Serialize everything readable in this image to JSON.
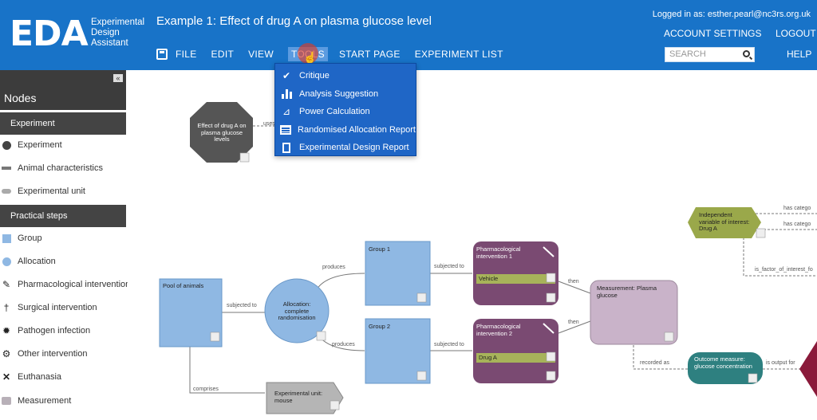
{
  "header": {
    "logo": "EDA",
    "logo_sub": [
      "Experimental",
      "Design",
      "Assistant"
    ],
    "title": "Example 1: Effect of drug A on plasma glucose level",
    "menu": [
      "FILE",
      "EDIT",
      "VIEW",
      "TOOLS",
      "START PAGE",
      "EXPERIMENT LIST"
    ],
    "logged_in": "Logged in as: esther.pearl@nc3rs.org.uk",
    "account_settings": "ACCOUNT SETTINGS",
    "logout": "LOGOUT",
    "search_placeholder": "SEARCH",
    "help": "HELP"
  },
  "tools_menu": [
    {
      "label": "Critique",
      "icon": "check-icon"
    },
    {
      "label": "Analysis Suggestion",
      "icon": "bar-chart-icon"
    },
    {
      "label": "Power Calculation",
      "icon": "power-calc-icon"
    },
    {
      "label": "Randomised Allocation Report",
      "icon": "table-icon"
    },
    {
      "label": "Experimental Design Report",
      "icon": "report-icon"
    }
  ],
  "sidebar": {
    "title": "Nodes",
    "sections": [
      {
        "title": "Experiment",
        "items": [
          "Experiment",
          "Animal characteristics",
          "Experimental unit"
        ]
      },
      {
        "title": "Practical steps",
        "items": [
          "Group",
          "Allocation",
          "Pharmacological intervention",
          "Surgical intervention",
          "Pathogen infection",
          "Other intervention",
          "Euthanasia",
          "Measurement"
        ]
      }
    ]
  },
  "diagram": {
    "nodes": {
      "experiment": "Effect of drug A on plasma glucose levels",
      "pool": "Pool of animals",
      "allocation": "Allocation: complete randomisation",
      "group1": "Group 1",
      "group2": "Group 2",
      "pharm1": "Pharmacological intervention 1",
      "pharm1_sub": "Vehicle",
      "pharm2": "Pharmacological intervention 2",
      "pharm2_sub": "Drug A",
      "measurement": "Measurement: Plasma glucose",
      "unit": "Experimental unit: mouse",
      "indep": "Independent variable of interest: Drug A",
      "outcome": "Outcome measure: glucose concentration"
    },
    "edges": {
      "uses": "uses",
      "subjected_to": "subjected to",
      "produces1": "produces",
      "produces2": "produces",
      "subjected_to1": "subjected to",
      "subjected_to2": "subjected to",
      "then1": "then",
      "then2": "then",
      "comprises": "comprises",
      "recorded_as": "recorded as",
      "is_output_for": "is output for",
      "has_category1": "has catego",
      "has_category2": "has catego",
      "is_factor": "is_factor_of_interest_fo"
    }
  },
  "colors": {
    "header": "#1873c8",
    "group": "#8fb8e3",
    "pharm": "#7a4a72",
    "pharm_sub": "#a7b35a",
    "measurement": "#c9b3c9",
    "outcome": "#2e8080",
    "indep": "#9aa84a",
    "experiment": "#555555",
    "unit": "#b5b5b5"
  }
}
